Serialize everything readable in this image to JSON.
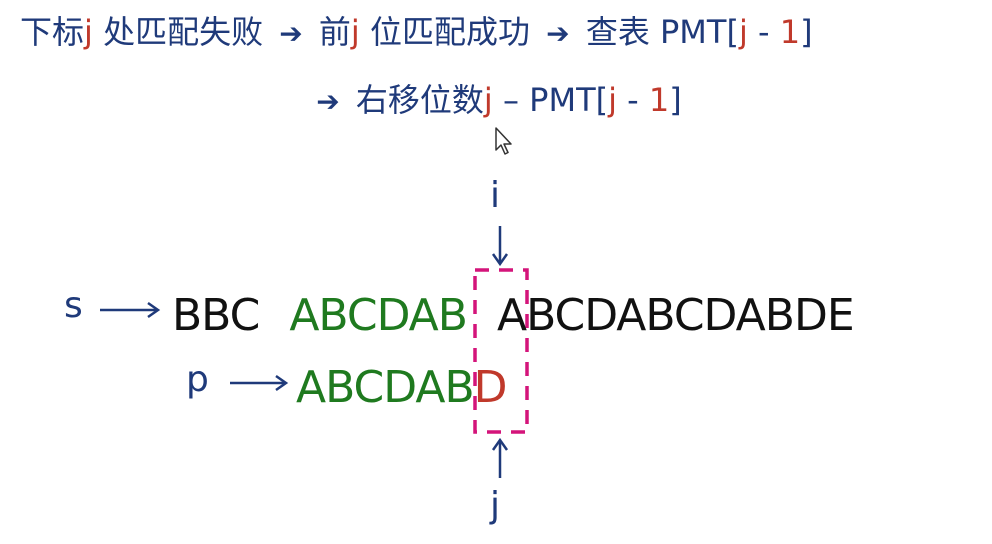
{
  "title": {
    "l1_a": "下标",
    "l1_j1": "j",
    "l1_b": " 处匹配失败",
    "l1_c": " 前",
    "l1_j2": "j",
    "l1_d": " 位匹配成功",
    "l1_e": " 查表 PMT[",
    "l1_j3": "j",
    "l1_f": " - ",
    "l1_one": "1",
    "l1_close": "]",
    "l2_a": " 右移位数",
    "l2_j1": "j",
    "l2_b": " – PMT[",
    "l2_j2": "j",
    "l2_c": " - ",
    "l2_one": "1",
    "l2_close": "]",
    "arrow_glyph": "➔"
  },
  "diagram": {
    "pointer_i": "i",
    "pointer_j": "j",
    "s_label": "s",
    "p_label": "p",
    "s_seq_prefix": "BBC",
    "s_seq_matched": "ABCDAB",
    "s_seq_rest": "ABCDABCDABDE",
    "p_seq_matched": "ABCDAB",
    "p_seq_mismatch": "D"
  },
  "colors": {
    "navy": "#1f3a7a",
    "red": "#c0392b",
    "green": "#1f7a1f",
    "black": "#111111",
    "magenta_box": "#d4147a"
  }
}
